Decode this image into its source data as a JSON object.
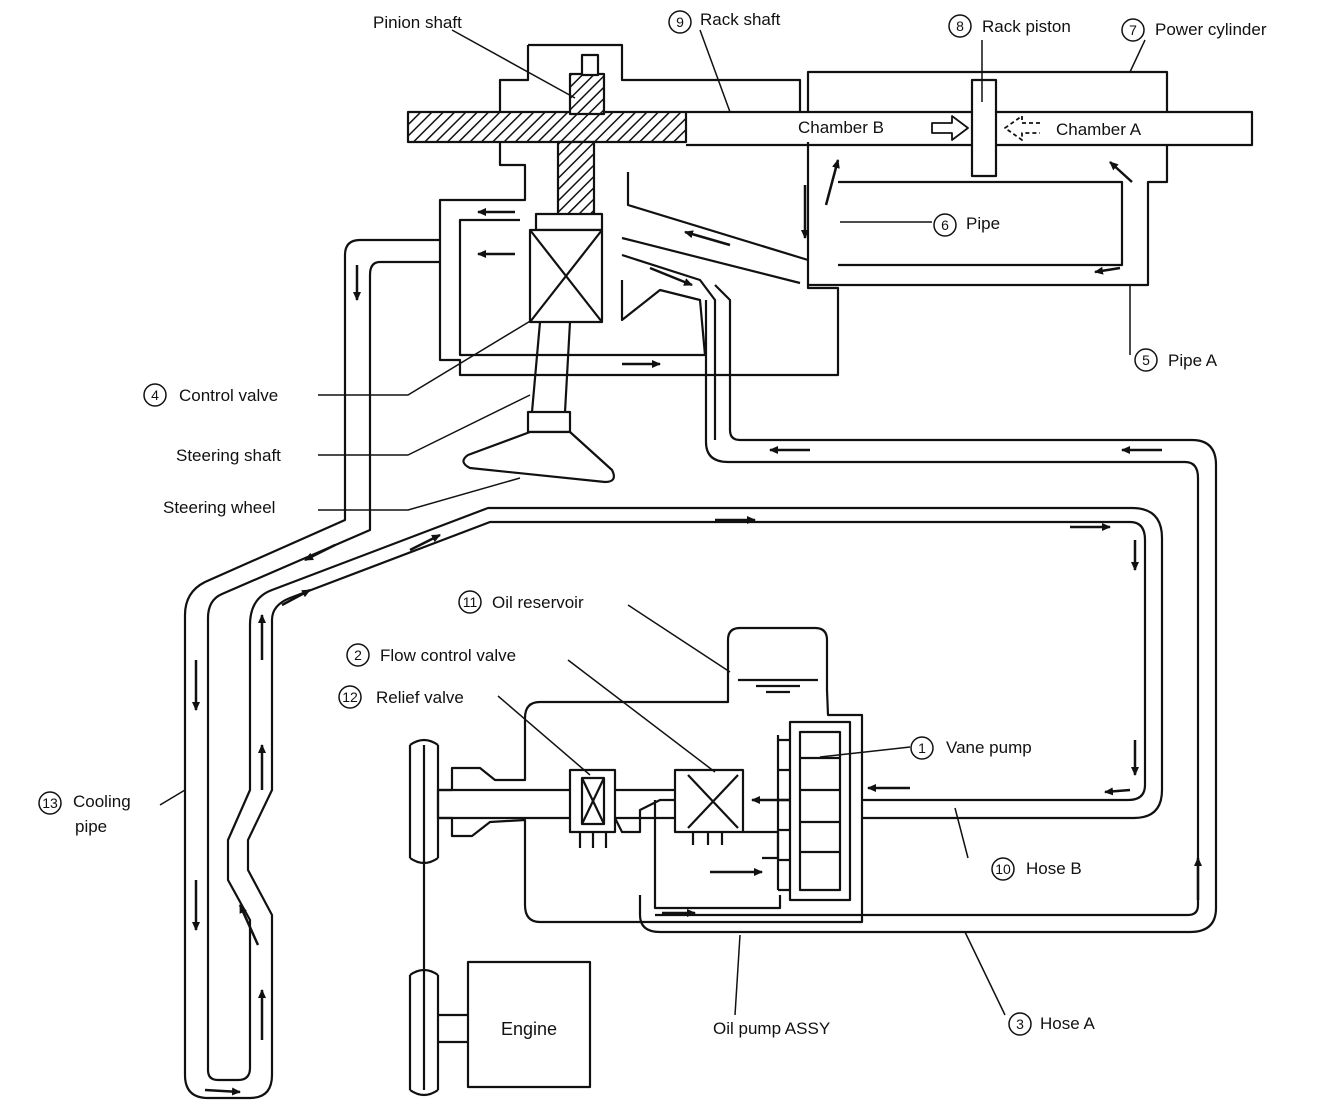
{
  "labels": {
    "pinion_shaft": "Pinion shaft",
    "rack_shaft": "Rack shaft",
    "rack_piston": "Rack piston",
    "power_cylinder": "Power cylinder",
    "chamber_b": "Chamber B",
    "chamber_a": "Chamber A",
    "pipe": "Pipe",
    "pipe_a": "Pipe A",
    "control_valve": "Control valve",
    "steering_shaft": "Steering shaft",
    "steering_wheel": "Steering wheel",
    "oil_reservoir": "Oil reservoir",
    "flow_control_valve": "Flow control valve",
    "relief_valve": "Relief valve",
    "vane_pump": "Vane pump",
    "hose_b": "Hose B",
    "hose_a": "Hose A",
    "cooling_pipe_line1": "Cooling",
    "cooling_pipe_line2": "pipe",
    "oil_pump_assy": "Oil pump ASSY",
    "engine": "Engine"
  },
  "numbers": {
    "vane_pump": "1",
    "flow_control_valve": "2",
    "hose_a": "3",
    "control_valve": "4",
    "pipe_a": "5",
    "pipe": "6",
    "power_cylinder": "7",
    "rack_piston": "8",
    "rack_shaft": "9",
    "hose_b": "10",
    "oil_reservoir": "11",
    "relief_valve": "12",
    "cooling_pipe": "13"
  },
  "colors": {
    "line": "#111111",
    "background": "#ffffff"
  }
}
